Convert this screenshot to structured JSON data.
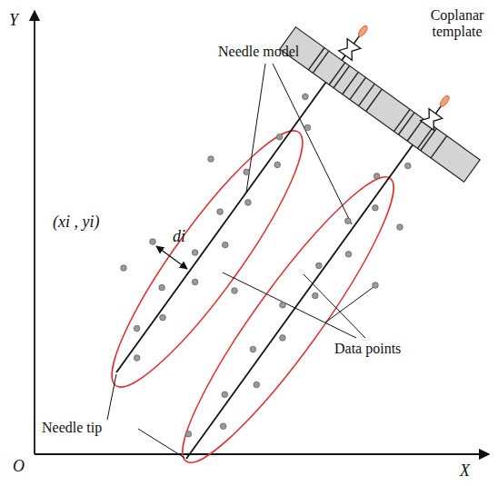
{
  "diagram": {
    "labels": [
      "Y",
      "X",
      "O",
      "Coplanar template",
      "Needle model",
      "(xi , yi)",
      "di",
      "Data points",
      "Needle tip"
    ]
  }
}
